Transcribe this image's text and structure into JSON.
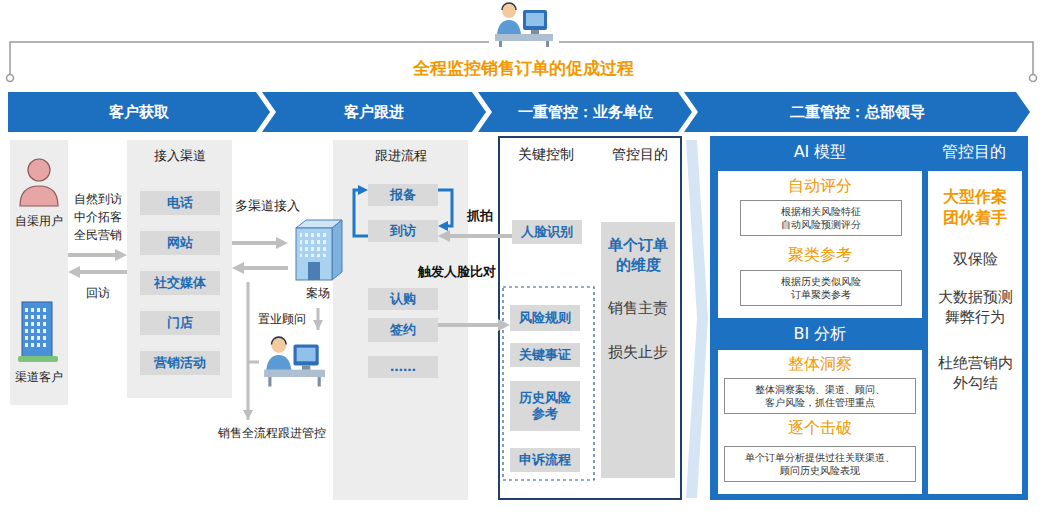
{
  "diagram": {
    "title": "全程监控销售订单的促成过程",
    "nodes": [
      {
        "text": [
          "客户获取"
        ]
      },
      {
        "text": [
          "客户跟进"
        ]
      },
      {
        "text": [
          "一重管控：业务单位"
        ]
      },
      {
        "text": [
          "二重管控：总部领导"
        ]
      },
      {
        "text": [
          "自渠用户",
          "渠道客户"
        ]
      },
      {
        "text": [
          "接入渠道"
        ]
      },
      {
        "text": [
          "电话"
        ],
        "in": 5
      },
      {
        "text": [
          "网站"
        ],
        "in": 5
      },
      {
        "text": [
          "社交媒体"
        ],
        "in": 5
      },
      {
        "text": [
          "门店"
        ],
        "in": 5
      },
      {
        "text": [
          "营销活动"
        ],
        "in": 5
      },
      {
        "text": [
          "案场"
        ]
      },
      {
        "text": [
          "跟进流程"
        ]
      },
      {
        "text": [
          "报备"
        ],
        "in": 12
      },
      {
        "text": [
          "到访"
        ],
        "in": 12
      },
      {
        "text": [
          "认购"
        ],
        "in": 12
      },
      {
        "text": [
          "签约"
        ],
        "in": 12
      },
      {
        "text": [
          "……"
        ],
        "in": 12
      },
      {
        "text": [
          "关键控制",
          "管控目的"
        ]
      },
      {
        "text": [
          "人脸识别"
        ],
        "in": 18
      },
      {
        "text": [
          "风险规则"
        ],
        "in": 18
      },
      {
        "text": [
          "关键事证"
        ],
        "in": 18
      },
      {
        "text": [
          "历史风险参考"
        ],
        "in": 18
      },
      {
        "text": [
          "申诉流程"
        ],
        "in": 18
      },
      {
        "text": [
          "单个订单的维度",
          "销售主责",
          "损失止步"
        ],
        "in": 18
      },
      {
        "text": [
          "AI 模型",
          "管控目的",
          "BI 分析"
        ]
      },
      {
        "text": [
          "自动评分",
          "聚类参考"
        ],
        "in": 25
      },
      {
        "text": [
          "根据相关风险特征 自动风险预测评分"
        ],
        "in": 26
      },
      {
        "text": [
          "根据历史类似风险 订单聚类参考"
        ],
        "in": 26
      },
      {
        "text": [
          "整体洞察",
          "逐个击破"
        ],
        "in": 25
      },
      {
        "text": [
          "整体洞察案场、渠道、顾问、 客户风险，抓住管理重点"
        ],
        "in": 29
      },
      {
        "text": [
          "单个订单分析提供过往关联渠道、 顾问历史风险表现"
        ],
        "in": 29
      },
      {
        "text": [
          "大型作案 团伙着手",
          "双保险",
          "大数据预测 舞弊行为",
          "杜绝营销内 外勾结"
        ],
        "in": 25
      }
    ],
    "edges": [
      {
        "from": 4,
        "to": 5,
        "arrow": "to",
        "label": "自然到访 中介拓客 全民营销"
      },
      {
        "from": 5,
        "to": 4,
        "arrow": "to",
        "label": "回访"
      },
      {
        "from": 5,
        "to": 11,
        "arrow": "to",
        "label": "多渠道接入"
      },
      {
        "from": 11,
        "to": 5,
        "arrow": "to"
      },
      {
        "from": 14,
        "to": 13,
        "arrow": "to"
      },
      {
        "from": 13,
        "to": 14,
        "arrow": "to"
      },
      {
        "from": 19,
        "to": 14,
        "arrow": "to",
        "label": "抓拍"
      },
      {
        "from": 16,
        "to": 20,
        "arrow": "to"
      }
    ],
    "labels": [
      "置业顾问",
      "触发人脸比对",
      "销售全流程跟进管控"
    ]
  }
}
